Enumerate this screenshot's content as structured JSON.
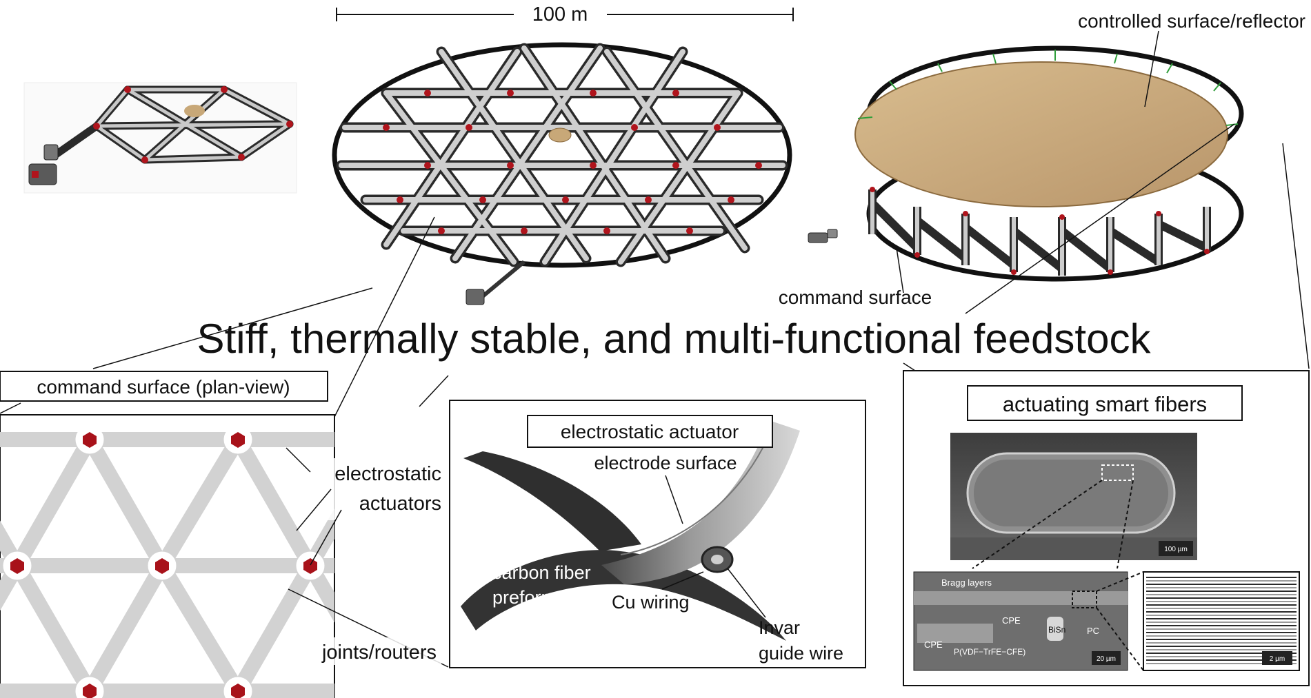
{
  "scale_bar": {
    "label": "100 m"
  },
  "labels": {
    "reflector": "controlled surface/reflector",
    "command_surface": "command surface",
    "headline": "Stiff, thermally stable, and multi-functional feedstock"
  },
  "panels": {
    "plan_view": {
      "title": "command surface (plan-view)",
      "actuators_label_1": "electrostatic",
      "actuators_label_2": "actuators",
      "joints_label": "joints/routers"
    },
    "actuator": {
      "title": "electrostatic actuator",
      "electrode_surface": "electrode surface",
      "carbon_fiber_1": "carbon fiber",
      "carbon_fiber_2": "preform",
      "cu_wiring": "Cu wiring",
      "invar_1": "Invar",
      "invar_2": "guide wire"
    },
    "fibers": {
      "title": "actuating smart fibers",
      "scale_100um": "100 µm",
      "scale_20um": "20 µm",
      "scale_2um": "2 µm",
      "bragg_layers": "Bragg layers",
      "cpe_1": "CPE",
      "cpe_2": "CPE",
      "bisn": "BiSn",
      "pc": "PC",
      "pvdf": "P(VDF−TrFE−CFE)"
    }
  },
  "colors": {
    "joint": "#b0141c",
    "strut": "#c9c9c9",
    "strut_edge": "#4a4a4a",
    "ring": "#1a1a1a",
    "reflector": "#c8a878",
    "cable": "#2f9e3a",
    "carbon": "#3a3a3a",
    "electrode": "#bdbdbd"
  },
  "icons": [
    "robot-icon",
    "joint-icon"
  ]
}
